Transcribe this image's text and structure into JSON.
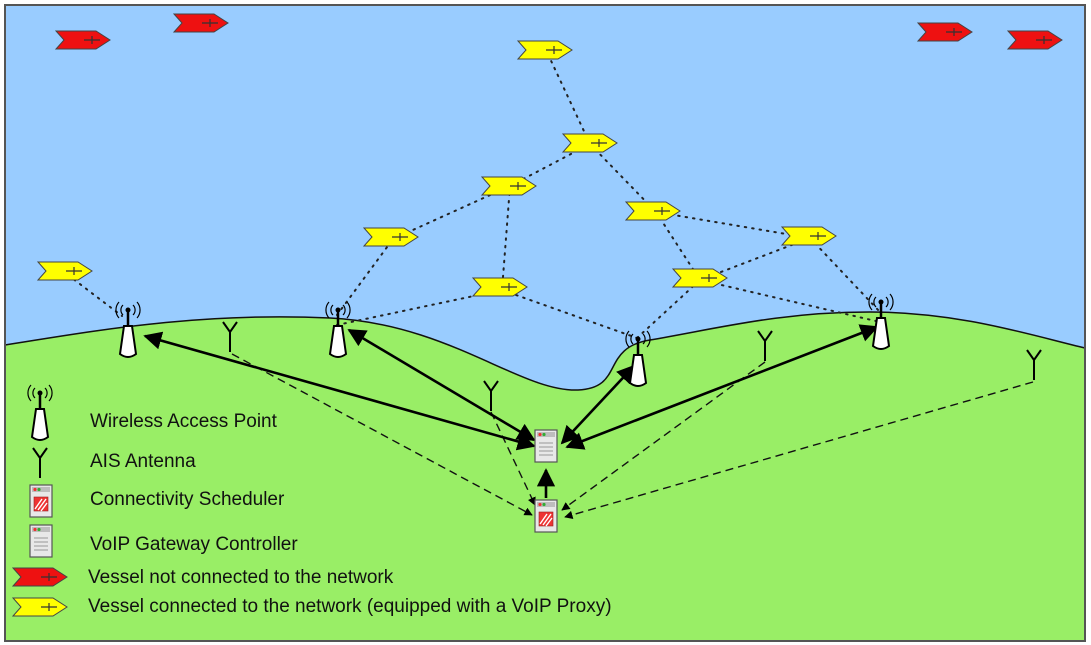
{
  "colors": {
    "sea": "#99CCFF",
    "land": "#99EE66",
    "vessel_connected": "#FFFF00",
    "vessel_unconnected": "#EE1111",
    "link": "#000000",
    "frame": "#555555"
  },
  "icons": {
    "access_point": "wireless-access-point-icon",
    "ais_antenna": "ais-antenna-icon",
    "scheduler": "connectivity-scheduler-icon",
    "gateway": "voip-gateway-controller-icon",
    "vessel_unconnected": "red-vessel-icon",
    "vessel_connected": "yellow-vessel-icon"
  },
  "legend": {
    "access_point": "Wireless Access Point",
    "ais_antenna": "AIS Antenna",
    "scheduler": "Connectivity Scheduler",
    "gateway": "VoIP Gateway Controller",
    "vessel_unconnected": "Vessel not connected to the network",
    "vessel_connected": "Vessel connected to the network (equipped with a VoIP Proxy)"
  },
  "links": {
    "wireless": "dotted",
    "wired": "solid",
    "ais": "dashed"
  }
}
